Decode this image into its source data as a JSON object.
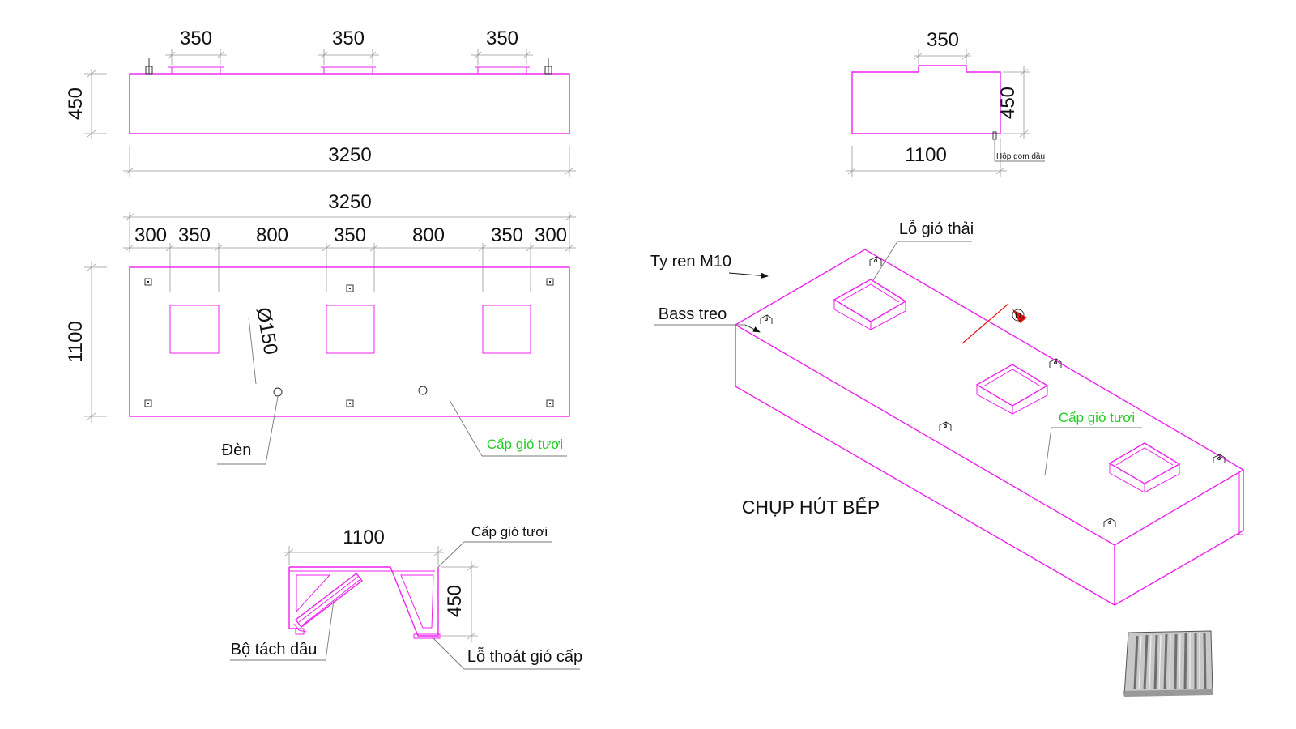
{
  "colors": {
    "outline": "#ee22ee",
    "fresh_air": "#22cc22",
    "cut_line": "#ee1111"
  },
  "top_elevation": {
    "opening_widths": [
      "350",
      "350",
      "350"
    ],
    "height": "450",
    "total_length": "3250"
  },
  "plan_view": {
    "total_length": "3250",
    "segments": [
      "300",
      "350",
      "800",
      "350",
      "800",
      "350",
      "300"
    ],
    "depth": "1100",
    "diameter": "Ø150",
    "light_label": "Đèn",
    "fresh_air_label": "Cấp gió tươi"
  },
  "side_elevation": {
    "opening_width": "350",
    "height": "450",
    "depth": "1100",
    "oil_box_label": "Hộp gom dầu"
  },
  "section_view": {
    "width": "1100",
    "height": "450",
    "fresh_air_label": "Cấp gió tươi",
    "grease_separator_label": "Bộ tách dầu",
    "supply_outlet_label": "Lỗ thoát gió cấp"
  },
  "iso_view": {
    "exhaust_hole_label": "Lỗ gió thải",
    "threaded_rod_label": "Ty ren M10",
    "hanger_label": "Bass treo",
    "fresh_air_label": "Cấp gió tươi",
    "section_marker": "D",
    "title": "CHỤP HÚT BẾP"
  },
  "icons": [
    "hanger-bracket-icon",
    "filter-photo-icon",
    "section-marker-icon"
  ]
}
